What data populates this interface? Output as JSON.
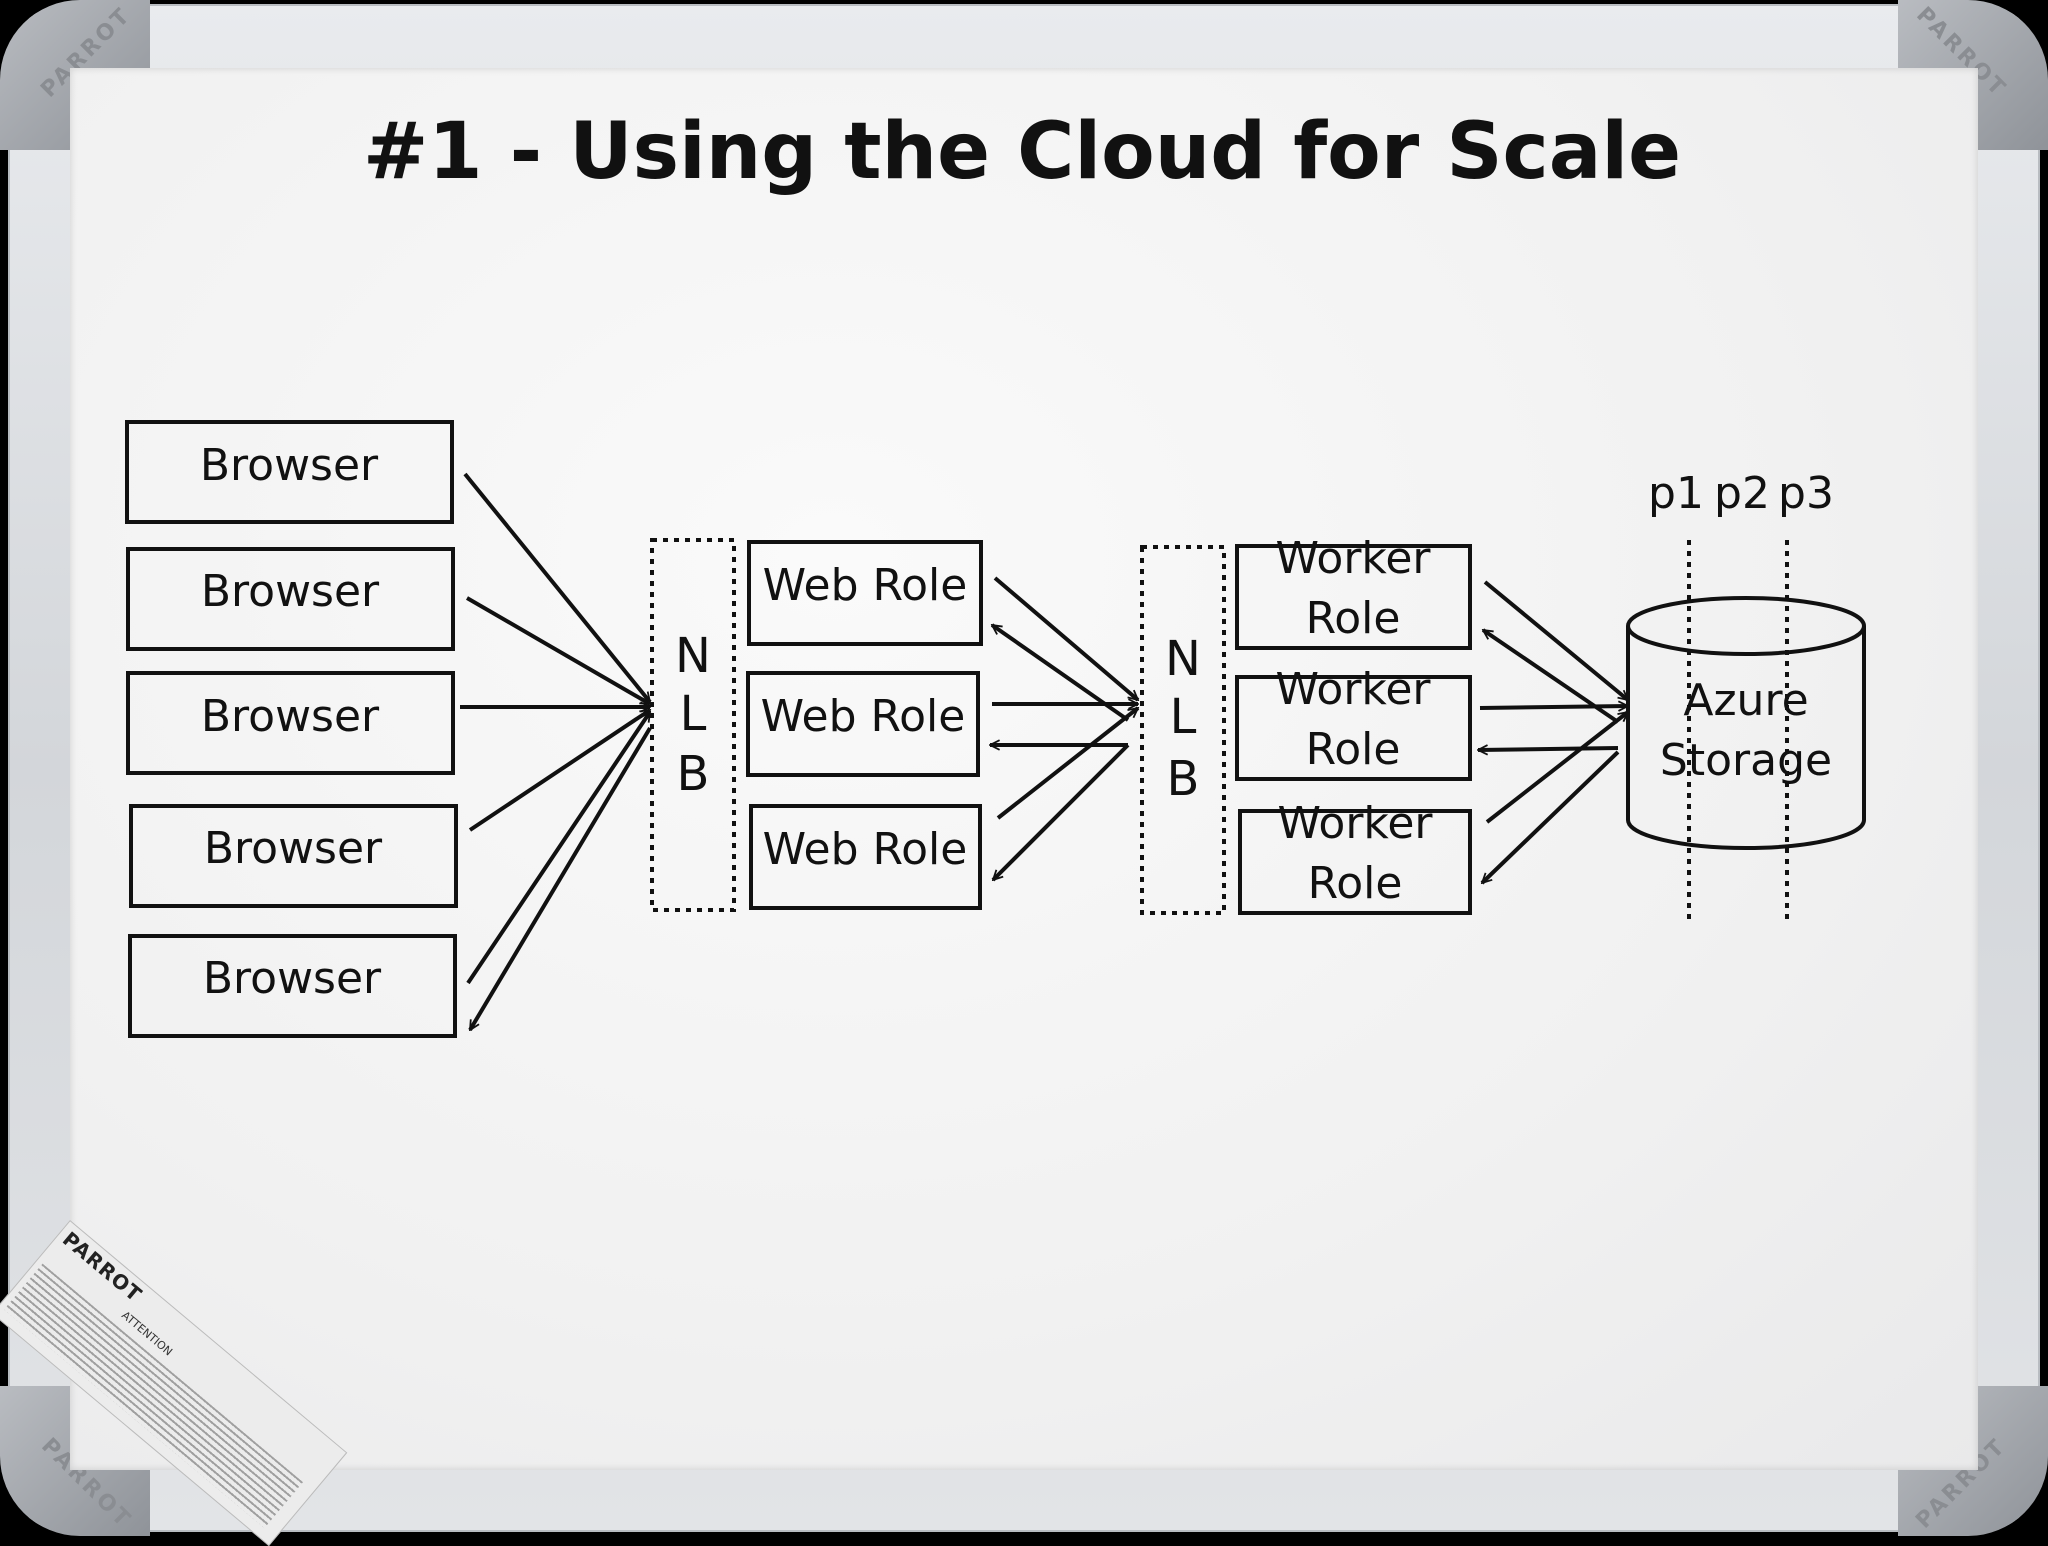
{
  "board": {
    "brand": "PARROT",
    "sticker_brand": "PARROT",
    "sticker_notice": "ATTENTION",
    "colors": {
      "frame": "#d3d6da",
      "surface": "#f3f3f3",
      "ink": "#111111"
    }
  },
  "title": "#1  - Using the Cloud for Scale",
  "browsers": [
    "Browser",
    "Browser",
    "Browser",
    "Browser",
    "Browser"
  ],
  "nlb_front": [
    "N",
    "L",
    "B"
  ],
  "web_roles": [
    "Web Role",
    "Web Role",
    "Web Role"
  ],
  "nlb_back": [
    "N",
    "L",
    "B"
  ],
  "worker_roles": [
    {
      "line1": "Worker",
      "line2": "Role"
    },
    {
      "line1": "Worker",
      "line2": "Role"
    },
    {
      "line1": "Worker",
      "line2": "Role"
    }
  ],
  "storage": {
    "line1": "Azure",
    "line2": "Storage"
  },
  "partitions": [
    "p1",
    "p2",
    "p3"
  ]
}
